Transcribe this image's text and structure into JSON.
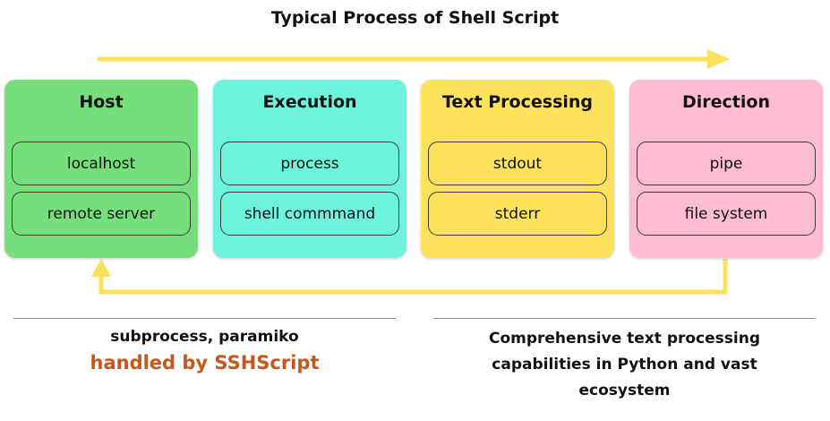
{
  "title": "Typical Process of Shell Script",
  "colors": {
    "arrow": "#fbe05c",
    "accent_text": "#c8571b",
    "card_border": "#3b3b3b"
  },
  "cards": [
    {
      "title": "Host",
      "color": "#76df7c",
      "items": [
        "localhost",
        "remote server"
      ]
    },
    {
      "title": "Execution",
      "color": "#6ef3dc",
      "items": [
        "process",
        "shell commmand"
      ]
    },
    {
      "title": "Text Processing",
      "color": "#fde25e",
      "items": [
        "stdout",
        "stderr"
      ]
    },
    {
      "title": "Direction",
      "color": "#ffbcd5",
      "items": [
        "pipe",
        "file system"
      ]
    }
  ],
  "notes": {
    "left_line1": "subprocess, paramiko",
    "left_line2": "handled by SSHScript",
    "right_line1": "Comprehensive text processing",
    "right_line2": "capabilities in Python and vast",
    "right_line3": "ecosystem"
  }
}
